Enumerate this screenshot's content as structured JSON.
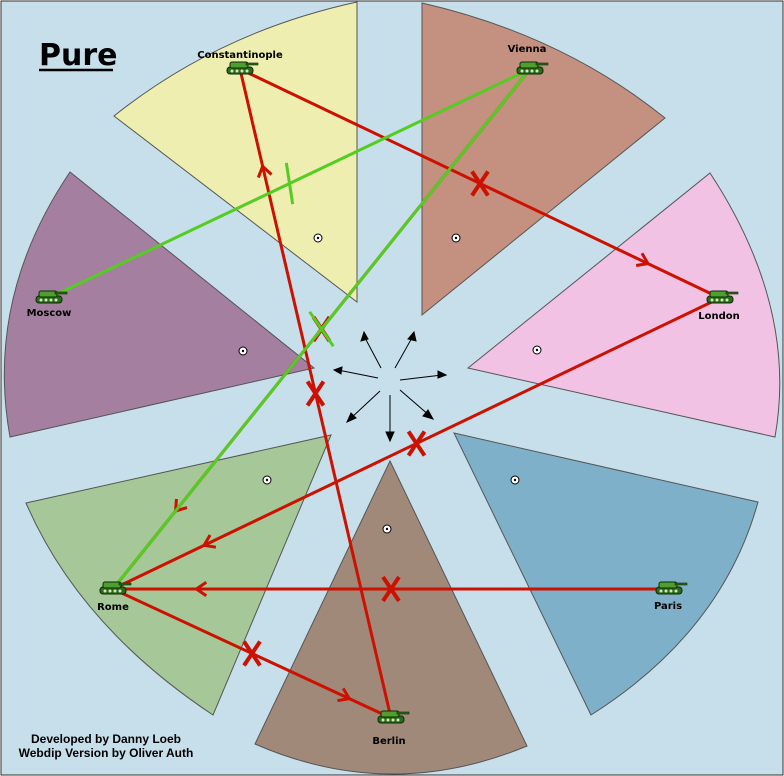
{
  "map": {
    "title": "Pure",
    "credits": [
      "Developed by Danny Loeb",
      "Webdip Version by Oliver Auth"
    ],
    "colors": {
      "background": "#c6dfea",
      "border": "#555555",
      "constantinople": "#eeeeb0",
      "vienna": "#c4907f",
      "london": "#f1c2e3",
      "paris": "#7eb0c9",
      "berlin": "#a1897a",
      "rome": "#a6c797",
      "moscow": "#a47f9f",
      "move_red": "#cc1100",
      "support_green": "#55cc22",
      "tank": "#3a8c22"
    }
  },
  "territories": [
    {
      "id": "constantinople",
      "label": "Constantinople"
    },
    {
      "id": "vienna",
      "label": "Vienna"
    },
    {
      "id": "london",
      "label": "London"
    },
    {
      "id": "paris",
      "label": "Paris"
    },
    {
      "id": "berlin",
      "label": "Berlin"
    },
    {
      "id": "rome",
      "label": "Rome"
    },
    {
      "id": "moscow",
      "label": "Moscow"
    }
  ],
  "units": [
    {
      "territory": "constantinople",
      "type": "army-tank-icon"
    },
    {
      "territory": "vienna",
      "type": "army-tank-icon"
    },
    {
      "territory": "london",
      "type": "army-tank-icon"
    },
    {
      "territory": "paris",
      "type": "army-tank-icon"
    },
    {
      "territory": "berlin",
      "type": "army-tank-icon"
    },
    {
      "territory": "rome",
      "type": "army-tank-icon"
    },
    {
      "territory": "moscow",
      "type": "army-tank-icon"
    }
  ],
  "orders": [
    {
      "type": "move",
      "from": "vienna",
      "to": "rome",
      "status": "failed"
    },
    {
      "type": "move",
      "from": "constantinople",
      "to": "london",
      "status": "failed"
    },
    {
      "type": "move",
      "from": "berlin",
      "to": "constantinople",
      "status": "failed"
    },
    {
      "type": "move",
      "from": "london",
      "to": "rome",
      "status": "failed"
    },
    {
      "type": "move",
      "from": "paris",
      "to": "rome",
      "status": "failed"
    },
    {
      "type": "move",
      "from": "rome",
      "to": "berlin",
      "status": "failed"
    },
    {
      "type": "support",
      "from": "moscow",
      "to": "vienna",
      "status": "cut"
    },
    {
      "type": "support",
      "from": "rome",
      "to": "vienna",
      "status": "cut"
    }
  ]
}
